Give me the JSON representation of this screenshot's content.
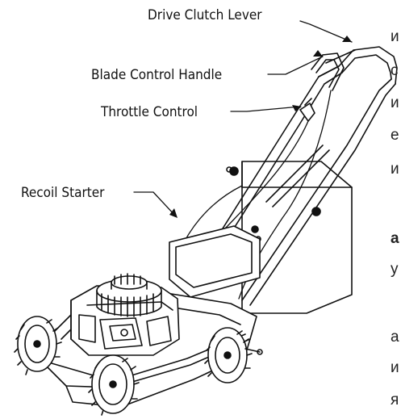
{
  "labels": {
    "drive_clutch_lever": "Drive Clutch Lever",
    "blade_control_handle": "Blade Control Handle",
    "throttle_control": "Throttle Control",
    "recoil_starter": "Recoil Starter"
  },
  "edge_fragments": [
    "и",
    "с",
    "и",
    "е",
    "и",
    "а",
    "у",
    "а",
    "и",
    "я"
  ],
  "colors": {
    "ink": "#111111",
    "background": "#ffffff"
  }
}
